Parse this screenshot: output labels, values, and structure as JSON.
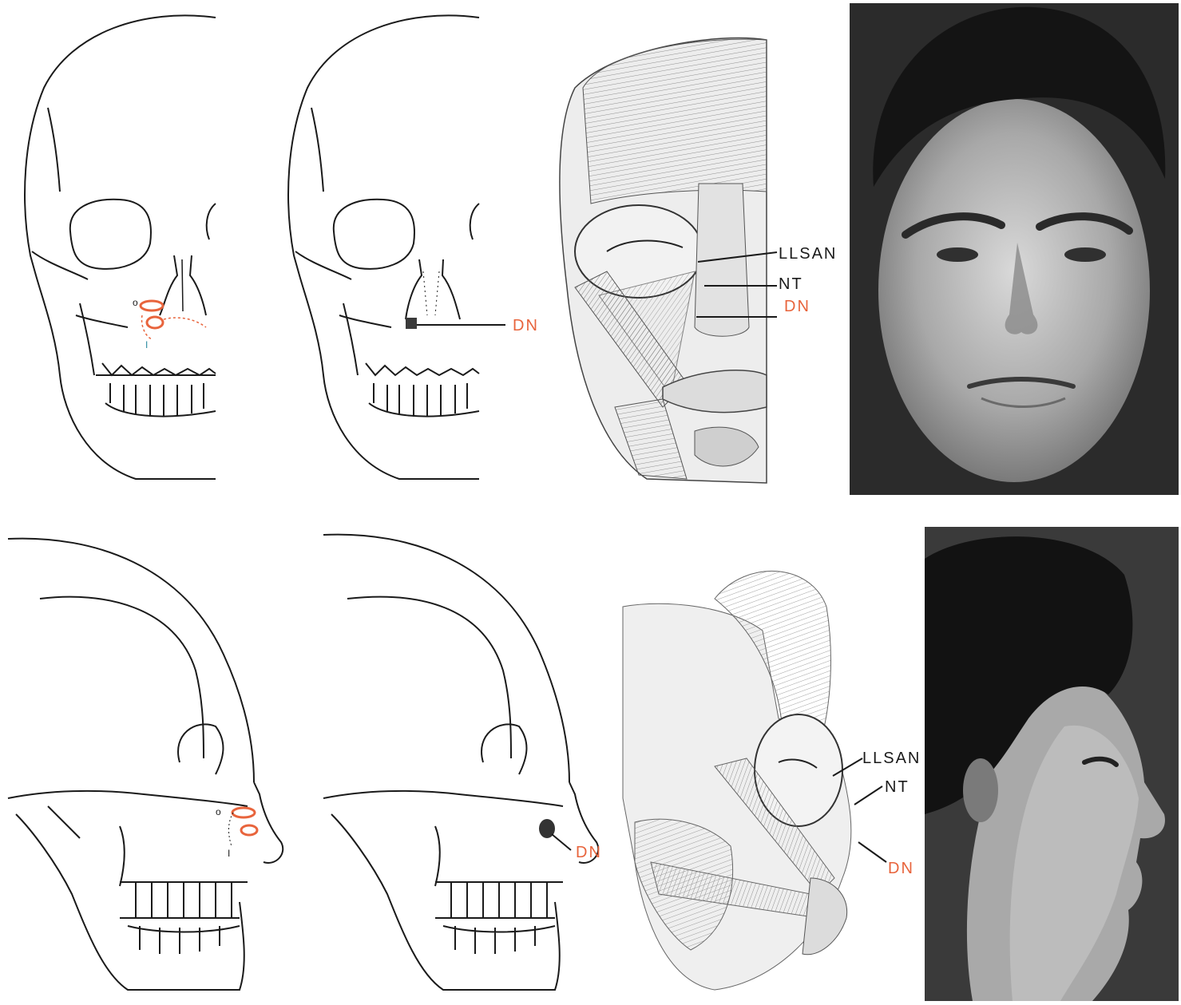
{
  "figure": {
    "colors": {
      "line": "#1a1a1a",
      "muscle_highlight": "#e8643c",
      "photo_dark": "#2b2b2b",
      "photo_mid": "#9a9a9a"
    },
    "top_row": {
      "origin_mark": "o",
      "insertion_mark": "I",
      "label_dn_skull": "DN",
      "label_llsan": "LLSAN",
      "label_nt": "NT",
      "label_dn_muscles": "DN"
    },
    "bottom_row": {
      "origin_mark": "o",
      "insertion_mark": "I",
      "label_dn_skull": "DN",
      "label_llsan": "LLSAN",
      "label_nt": "NT",
      "label_dn_muscles": "DN"
    }
  }
}
